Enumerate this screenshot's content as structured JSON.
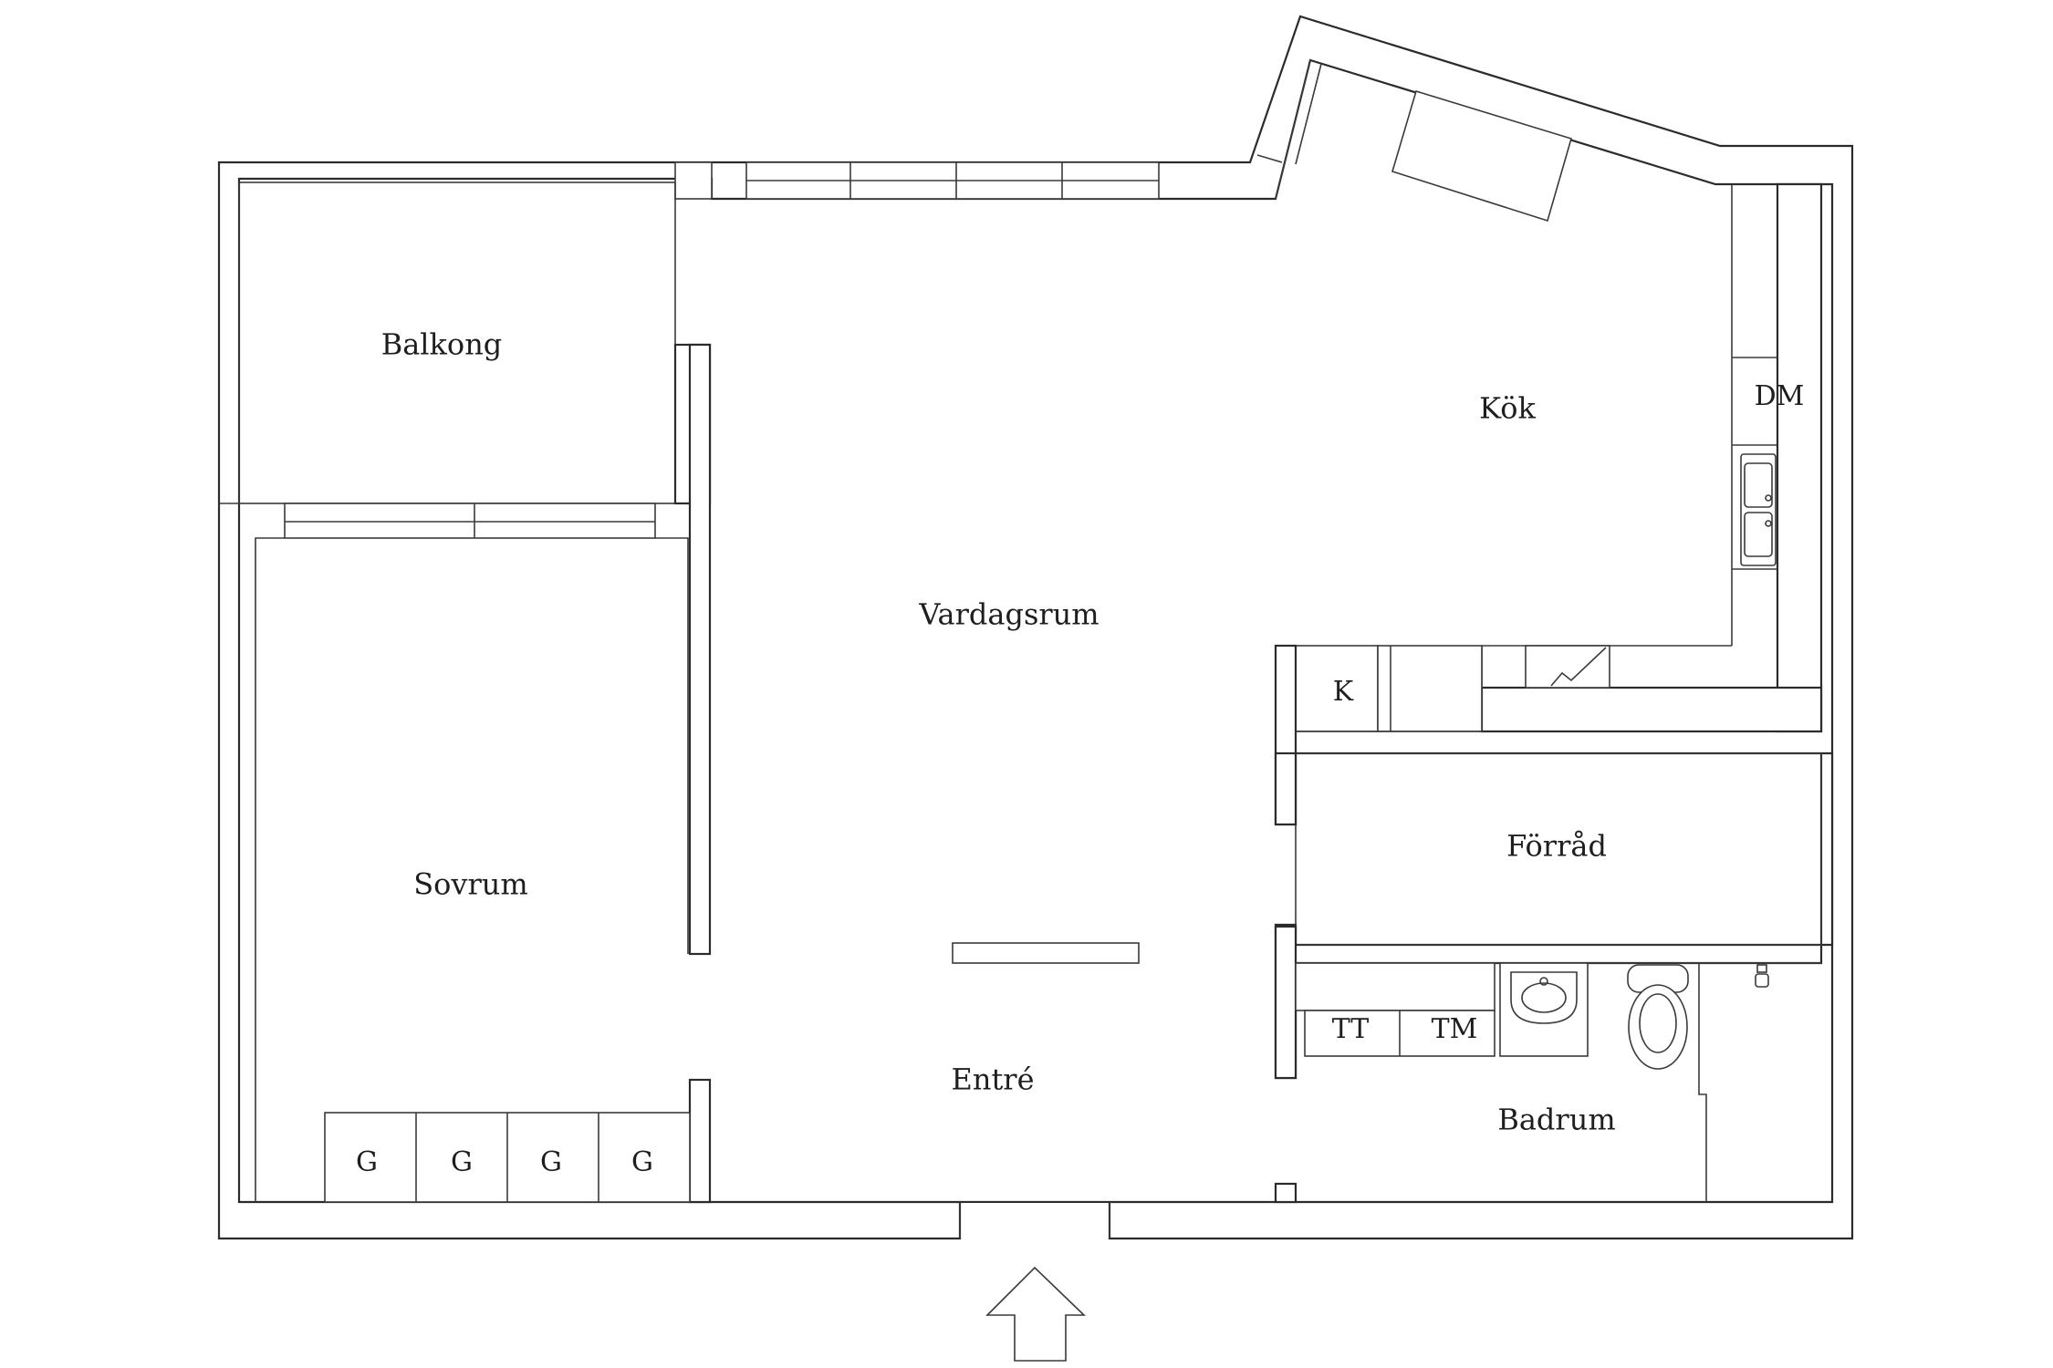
{
  "rooms": {
    "balkong": "Balkong",
    "sovrum": "Sovrum",
    "vardagsrum": "Vardagsrum",
    "kok": "Kök",
    "forrad": "Förråd",
    "entre": "Entré",
    "badrum": "Badrum"
  },
  "fixtures": {
    "dishwasher": "DM",
    "fridge": "K",
    "dryer": "TT",
    "washer": "TM",
    "wardrobes": [
      "G",
      "G",
      "G",
      "G"
    ]
  },
  "icons": {
    "entrance": "entrance-arrow-icon"
  }
}
